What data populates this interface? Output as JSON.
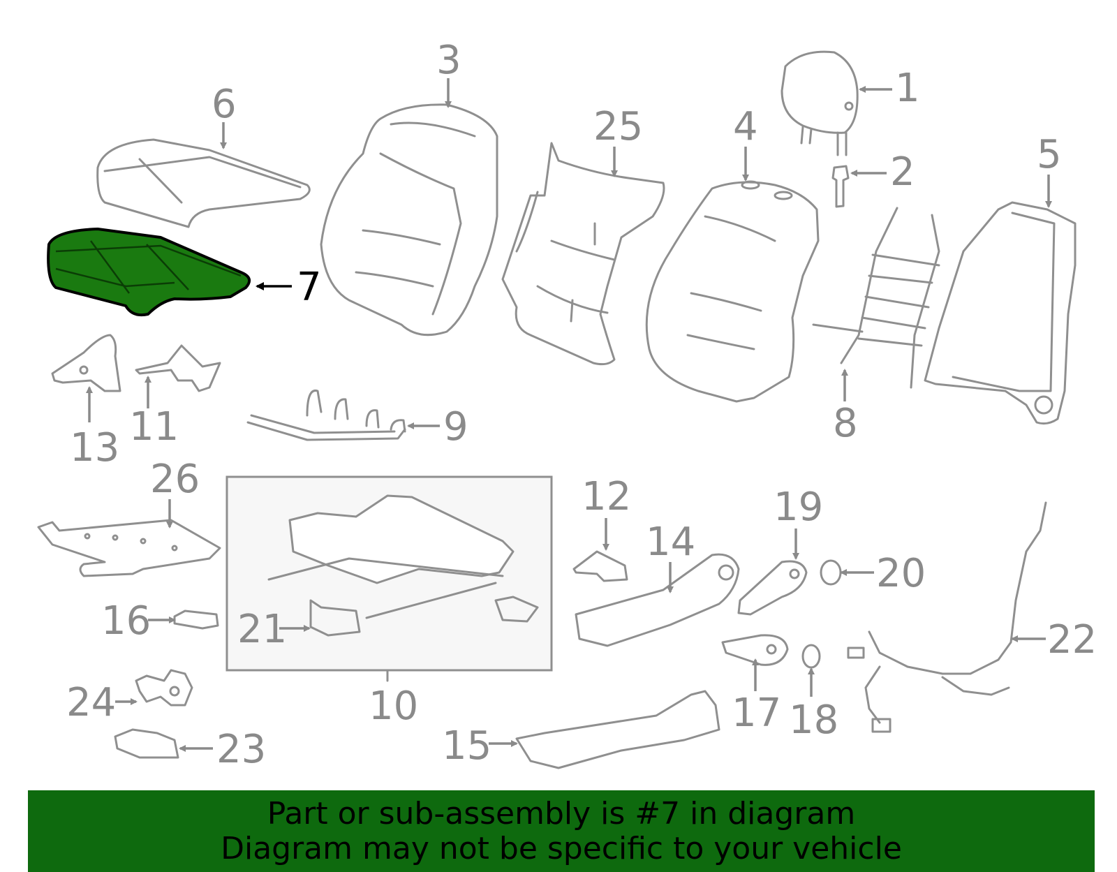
{
  "callouts": {
    "n1": "1",
    "n2": "2",
    "n3": "3",
    "n4": "4",
    "n5": "5",
    "n6": "6",
    "n7": "7",
    "n8": "8",
    "n9": "9",
    "n10": "10",
    "n11": "11",
    "n12": "12",
    "n13": "13",
    "n14": "14",
    "n15": "15",
    "n16": "16",
    "n17": "17",
    "n18": "18",
    "n19": "19",
    "n20": "20",
    "n21": "21",
    "n22": "22",
    "n23": "23",
    "n24": "24",
    "n25": "25",
    "n26": "26"
  },
  "highlight": {
    "part": "7",
    "color": "#1a7a10"
  },
  "banner": {
    "line1": "Part or sub-assembly is #7 in diagram",
    "line2": "Diagram may not be specific to your vehicle",
    "color": "#0e6a0e"
  }
}
